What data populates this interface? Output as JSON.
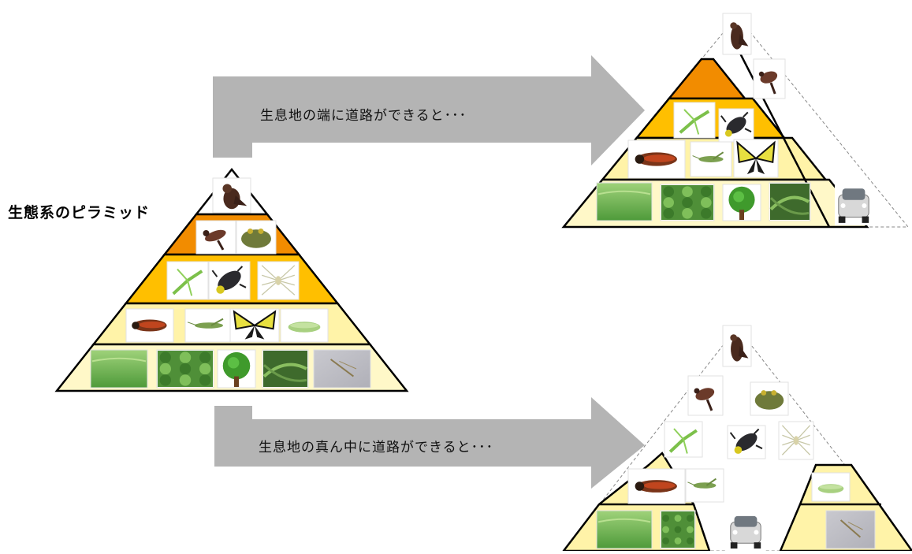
{
  "title": "生態系のピラミッド",
  "arrows": {
    "top_label": "生息地の端に道路ができると･･･",
    "bottom_label": "生息地の真ん中に道路ができると･･･"
  },
  "levels": [
    {
      "level": 5,
      "organisms": [
        "hawk-icon"
      ]
    },
    {
      "level": 4,
      "organisms": [
        "shrike-icon",
        "frog-icon"
      ]
    },
    {
      "level": 3,
      "organisms": [
        "mantis-icon",
        "beetle-icon",
        "spider-icon"
      ]
    },
    {
      "level": 2,
      "organisms": [
        "cicada-icon",
        "grasshopper-icon",
        "butterfly-icon",
        "caterpillar-icon"
      ]
    },
    {
      "level": 1,
      "organisms": [
        "grass-icon",
        "shrub-icon",
        "tree-icon",
        "moss-icon",
        "algae-icon"
      ]
    }
  ],
  "colors": {
    "level5": "#ffffff",
    "level4": "#f28c00",
    "level3": "#ffbf00",
    "level2": "#fff3a8",
    "level1": "#fff8c8",
    "arrow": "#b4b4b4",
    "road_car": "#d8d8d8"
  }
}
